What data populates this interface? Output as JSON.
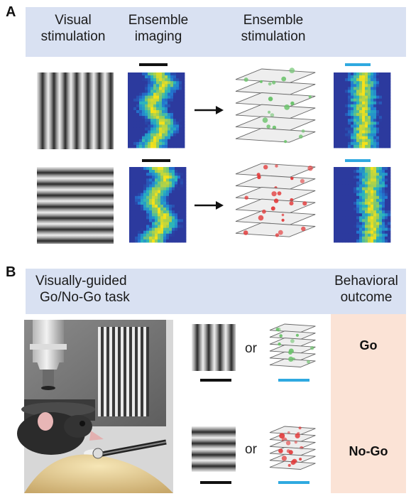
{
  "panel_a": {
    "letter": "A",
    "headers": {
      "visual_line1": "Visual",
      "visual_line2": "stimulation",
      "imaging_line1": "Ensemble",
      "imaging_line2": "imaging",
      "stim_line1": "Ensemble",
      "stim_line2": "stimulation"
    }
  },
  "panel_b": {
    "letter": "B",
    "headers": {
      "task_line1": "Visually-guided",
      "task_line2": "Go/No-Go task",
      "outcome_line1": "Behavioral",
      "outcome_line2": "outcome"
    },
    "or_label": "or",
    "go_label": "Go",
    "nogo_label": "No-Go"
  },
  "colors": {
    "header_band": "#d9e1f2",
    "outcome_column": "#fbe3d6",
    "green_ensemble": "#6cc36c",
    "red_ensemble": "#e23a3a",
    "blue_bar": "#2fa9e0",
    "heatmap_high": "#f5e11a",
    "heatmap_low": "#2c3a9e"
  }
}
